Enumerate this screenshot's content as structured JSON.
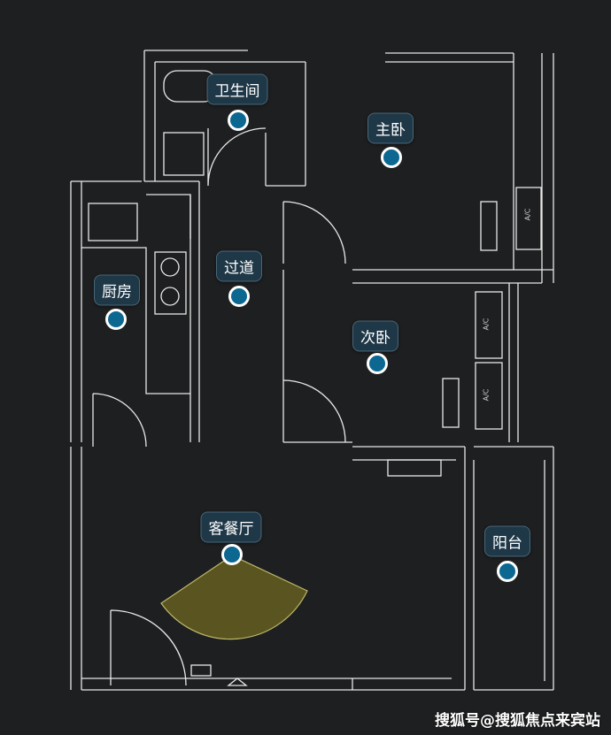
{
  "rooms": [
    {
      "id": "bathroom",
      "label": "卫生间"
    },
    {
      "id": "master-bedroom",
      "label": "主卧"
    },
    {
      "id": "hallway",
      "label": "过道"
    },
    {
      "id": "kitchen",
      "label": "厨房"
    },
    {
      "id": "second-bedroom",
      "label": "次卧"
    },
    {
      "id": "living-dining",
      "label": "客餐厅"
    },
    {
      "id": "balcony",
      "label": "阳台"
    }
  ],
  "ac_labels": [
    "A/C",
    "A/C",
    "A/C"
  ],
  "watermark": "搜狐号@搜狐焦点来宾站",
  "colors": {
    "background": "#1e1f21",
    "label_bg": "#1f3848",
    "dot": "#0c6791",
    "view_cone": "#5a5520"
  }
}
